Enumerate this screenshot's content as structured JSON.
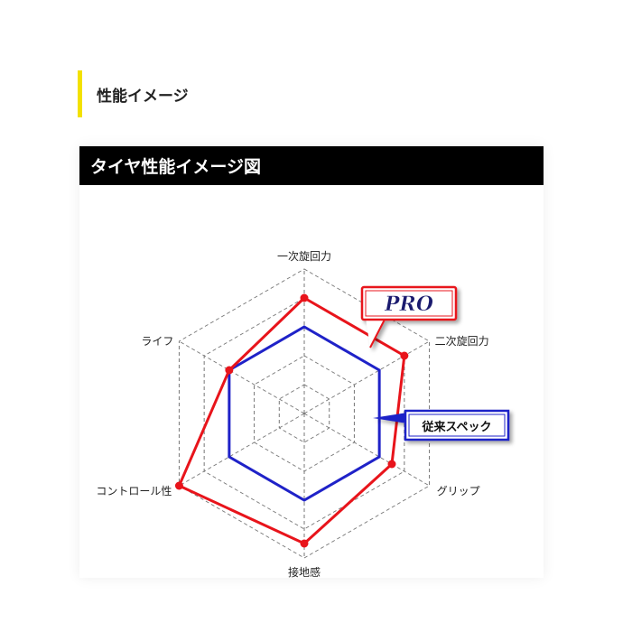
{
  "page": {
    "heading": "性能イメージ",
    "panel_title": "タイヤ性能イメージ図"
  },
  "colors": {
    "heading_accent": "#f3e100",
    "pro_series": "#e8141b",
    "standard_series": "#1f22c8",
    "grid": "#777777"
  },
  "chart_data": {
    "type": "radar",
    "title": "タイヤ性能イメージ図",
    "axes": [
      "一次旋回力",
      "二次旋回力",
      "グリップ",
      "接地感",
      "コントロール性",
      "ライフ"
    ],
    "rmax": 5,
    "grid_levels": 5,
    "series": [
      {
        "name": "PRO",
        "values": [
          4.0,
          4.0,
          3.5,
          4.5,
          5.0,
          3.0
        ]
      },
      {
        "name": "従来スペック",
        "values": [
          3.0,
          3.0,
          3.0,
          3.0,
          3.0,
          3.0
        ]
      }
    ]
  }
}
